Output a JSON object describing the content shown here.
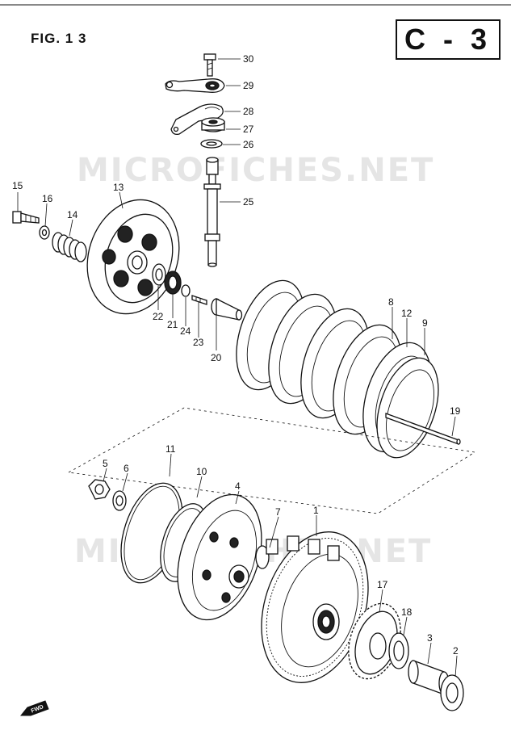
{
  "figure_label": "FIG. 1 3",
  "section_label": "C - 3",
  "watermark_text": "MICROFICHES.NET",
  "fwd_label": "FWD",
  "callouts": [
    {
      "id": "p30",
      "text": "30"
    },
    {
      "id": "p29",
      "text": "29"
    },
    {
      "id": "p28",
      "text": "28"
    },
    {
      "id": "p27",
      "text": "27"
    },
    {
      "id": "p26",
      "text": "26"
    },
    {
      "id": "p25",
      "text": "25"
    },
    {
      "id": "p15",
      "text": "15"
    },
    {
      "id": "p16",
      "text": "16"
    },
    {
      "id": "p13",
      "text": "13"
    },
    {
      "id": "p14",
      "text": "14"
    },
    {
      "id": "p22",
      "text": "22"
    },
    {
      "id": "p21",
      "text": "21"
    },
    {
      "id": "p24",
      "text": "24"
    },
    {
      "id": "p23",
      "text": "23"
    },
    {
      "id": "p20",
      "text": "20"
    },
    {
      "id": "p8",
      "text": "8"
    },
    {
      "id": "p12",
      "text": "12"
    },
    {
      "id": "p9",
      "text": "9"
    },
    {
      "id": "p19",
      "text": "19"
    },
    {
      "id": "p5",
      "text": "5"
    },
    {
      "id": "p6",
      "text": "6"
    },
    {
      "id": "p11",
      "text": "11"
    },
    {
      "id": "p10",
      "text": "10"
    },
    {
      "id": "p4",
      "text": "4"
    },
    {
      "id": "p7",
      "text": "7"
    },
    {
      "id": "p1",
      "text": "1"
    },
    {
      "id": "p17",
      "text": "17"
    },
    {
      "id": "p18",
      "text": "18"
    },
    {
      "id": "p3",
      "text": "3"
    },
    {
      "id": "p2",
      "text": "2"
    }
  ]
}
